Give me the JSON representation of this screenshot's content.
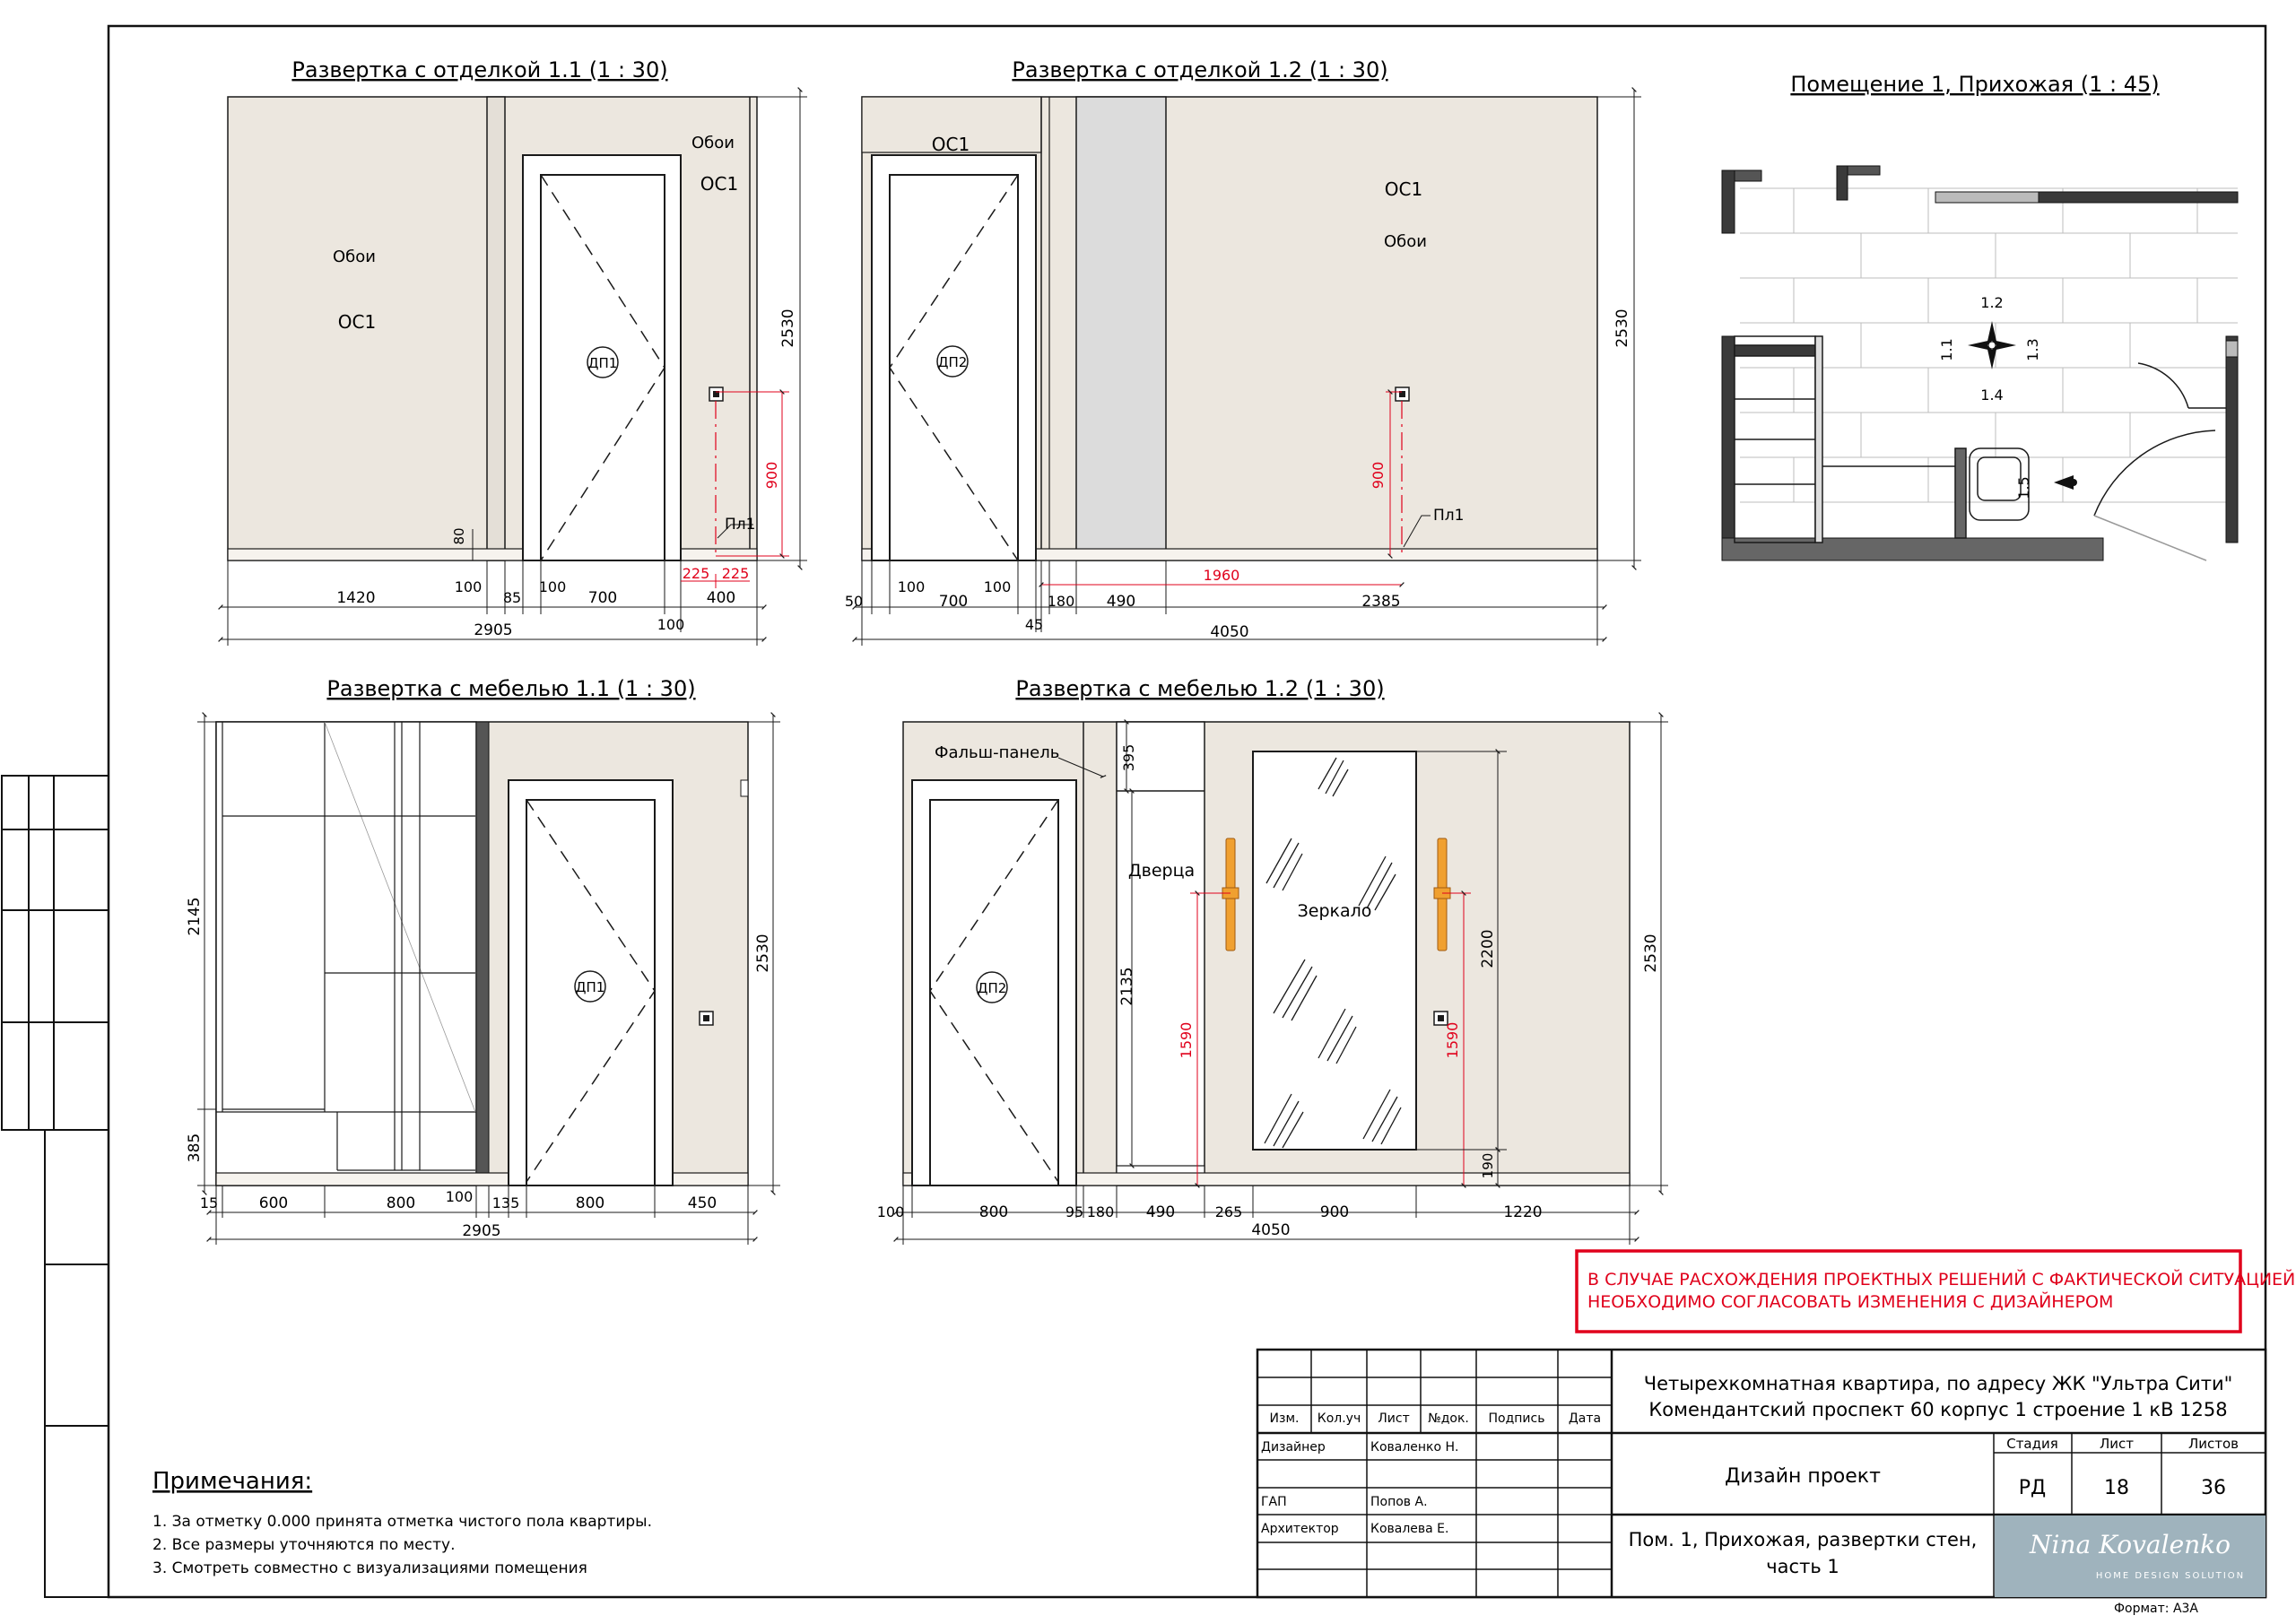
{
  "views": {
    "v11": {
      "title": "Развертка с отделкой 1.1 (1 : 30)"
    },
    "v12": {
      "title": "Развертка с отделкой 1.2 (1 : 30)"
    },
    "v21": {
      "title": "Развертка с мебелью 1.1 (1 : 30)"
    },
    "v22": {
      "title": "Развертка с мебелью 1.2 (1 : 30)"
    },
    "plan": {
      "title": "Помещение 1, Прихожая (1 : 45)"
    }
  },
  "labels": {
    "oboi": "Обои",
    "os1": "ОС1",
    "dp1": "ДП1",
    "dp2": "ДП2",
    "pl1": "Пл1",
    "falsh": "Фальш-панель",
    "dverca": "Дверца",
    "zerkalo": "Зеркало"
  },
  "dims": {
    "v11": {
      "h2530": "2530",
      "h900": "900",
      "h80": "80",
      "b1420": "1420",
      "b100a": "100",
      "b85": "85",
      "b100b": "100",
      "b700": "700",
      "b400": "400",
      "b225a": "225",
      "b225b": "225",
      "b100c": "100",
      "total": "2905"
    },
    "v12": {
      "h2530": "2530",
      "h900": "900",
      "b50": "50",
      "b100a": "100",
      "b700": "700",
      "b100b": "100",
      "b45": "45",
      "b180": "180",
      "b490": "490",
      "b2385": "2385",
      "b1960": "1960",
      "total": "4050"
    },
    "v21": {
      "h2145": "2145",
      "h385": "385",
      "h2530": "2530",
      "b15": "15",
      "b600": "600",
      "b800a": "800",
      "b100": "100",
      "b135": "135",
      "b800b": "800",
      "b450": "450",
      "total": "2905"
    },
    "v22": {
      "h395": "395",
      "h2135": "2135",
      "h1590a": "1590",
      "h2200": "2200",
      "h1590b": "1590",
      "h190": "190",
      "h2530": "2530",
      "b100": "100",
      "b800": "800",
      "b95": "95",
      "b180": "180",
      "b490": "490",
      "b265": "265",
      "b900": "900",
      "b1220": "1220",
      "total": "4050"
    }
  },
  "plan_marks": {
    "m12": "1.2",
    "m11": "1.1",
    "m13": "1.3",
    "m14": "1.4",
    "m15": "1.5"
  },
  "warning": {
    "line1": "В СЛУЧАЕ РАСХОЖДЕНИЯ ПРОЕКТНЫХ РЕШЕНИЙ С ФАКТИЧЕСКОЙ СИТУАЦИЕЙ",
    "line2": "НЕОБХОДИМО СОГЛАСОВАТЬ ИЗМЕНЕНИЯ С ДИЗАЙНЕРОМ"
  },
  "notes": {
    "title": "Примечания:",
    "items": [
      "1.   За отметку 0.000 принята отметка чистого пола квартиры.",
      "2.   Все размеры уточняются по месту.",
      "3.   Смотреть совместно с визуализациями помещения"
    ]
  },
  "titleblock": {
    "cols": {
      "izm": "Изм.",
      "kol": "Кол.уч",
      "list": "Лист",
      "ndok": "№док.",
      "podpis": "Подпись",
      "data": "Дата"
    },
    "roles": [
      {
        "role": "Дизайнер",
        "name": "Коваленко Н."
      },
      {
        "role": "ГАП",
        "name": "Попов А."
      },
      {
        "role": "Архитектор",
        "name": "Ковалева Е."
      }
    ],
    "project_line1": "Четырехкомнатная квартира, по адресу ЖК \"Ультра Сити\"",
    "project_line2": "Комендантский проспект 60 корпус 1 строение 1 кВ 1258",
    "doc_type": "Дизайн проект",
    "sheet_title_1": "Пом. 1, Прихожая, развертки стен,",
    "sheet_title_2": "часть 1",
    "stage_hdr": "Стадия",
    "list_hdr": "Лист",
    "lists_hdr": "Листов",
    "stage": "РД",
    "sheet": "18",
    "sheets": "36",
    "logo_text": "Nina Kovalenko",
    "logo_sub": "HOME DESIGN SOLUTION",
    "format": "Формат: А3А"
  },
  "colors": {
    "wall": "#ece7df",
    "line": "#1a1a1a",
    "red": "#e0001b",
    "panel": "#e6e6e6",
    "lamp": "#f0a030",
    "logo": "#9fb3bd"
  }
}
